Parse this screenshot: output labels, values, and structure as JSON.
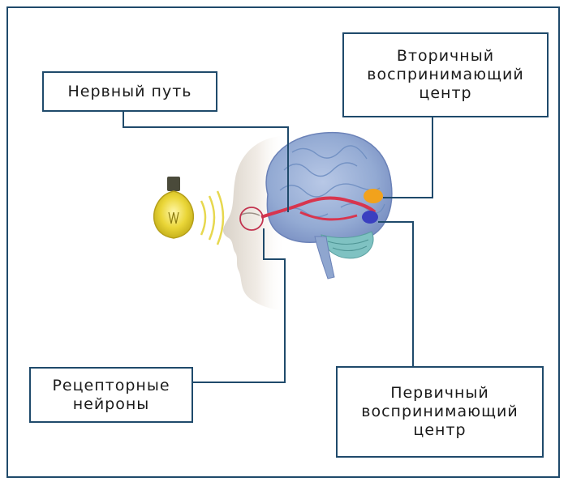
{
  "labels": {
    "nerve_path": "Нервный путь",
    "secondary_center": "Вторичный\nвоспринимающий\nцентр",
    "receptor_neurons": "Рецепторные\nнейроны",
    "primary_center": "Первичный\nвоспринимающий\nцентр"
  },
  "colors": {
    "frame": "#1f4a6b",
    "connector": "#1f4a6b",
    "bulb_glow": "#e9d63a",
    "brain_base": "#9fb6d6",
    "cerebellum": "#7fc2c2",
    "nerve_red": "#d8354e",
    "secondary_area": "#f2a21c",
    "primary_area": "#3a3fc0",
    "face": "#e8e2da"
  }
}
